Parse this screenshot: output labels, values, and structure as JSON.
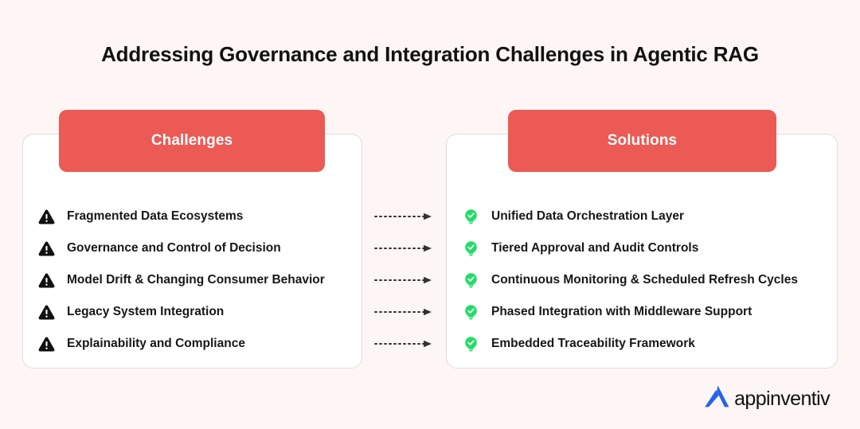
{
  "page": {
    "title": "Addressing Governance and Integration Challenges in Agentic RAG",
    "background_color": "#FDF6F5"
  },
  "colors": {
    "pill_red": "#EB5A54",
    "card_background": "#FFFFFF",
    "card_border": "#DEDEDE",
    "warning_icon": "#111111",
    "solution_icon_green": "#22DD66",
    "text_primary": "#15171A",
    "logo_blue": "#2563EB"
  },
  "challenges": {
    "header": "Challenges",
    "icon": "warning-triangle-icon",
    "items": [
      {
        "label": "Fragmented Data Ecosystems"
      },
      {
        "label": "Governance and Control of Decision"
      },
      {
        "label": "Model Drift & Changing Consumer Behavior"
      },
      {
        "label": "Legacy System Integration"
      },
      {
        "label": "Explainability and Compliance"
      }
    ]
  },
  "solutions": {
    "header": "Solutions",
    "icon": "lightbulb-check-icon",
    "items": [
      {
        "label": "Unified Data Orchestration Layer"
      },
      {
        "label": "Tiered Approval and Audit Controls"
      },
      {
        "label": "Continuous Monitoring & Scheduled Refresh Cycles"
      },
      {
        "label": "Phased Integration with Middleware Support"
      },
      {
        "label": "Embedded Traceability Framework"
      }
    ]
  },
  "connectors": {
    "style": "dotted-arrow",
    "count": 5
  },
  "logo": {
    "mark": "appinventiv-a-mark-icon",
    "text": "appinventiv"
  }
}
